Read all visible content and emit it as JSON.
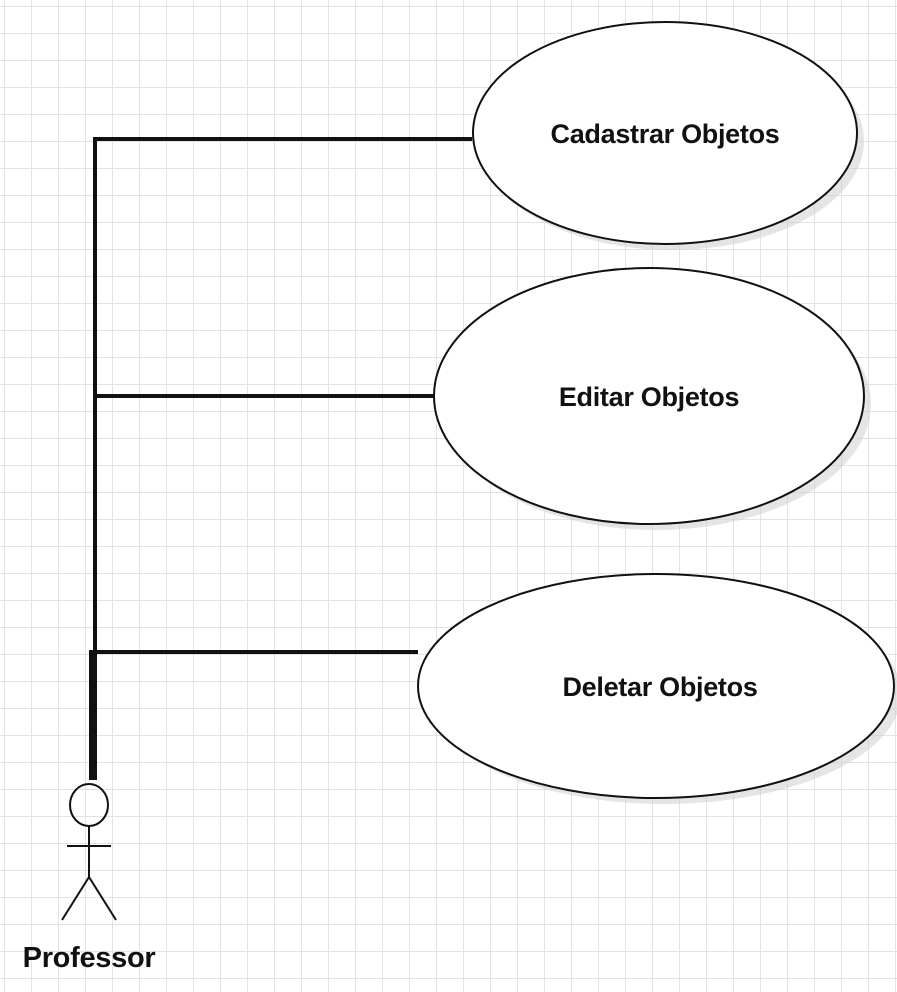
{
  "diagram": {
    "type": "use-case",
    "actor": {
      "name": "Professor"
    },
    "use_cases": [
      {
        "label": "Cadastrar Objetos"
      },
      {
        "label": "Editar Objetos"
      },
      {
        "label": "Deletar Objetos"
      }
    ],
    "associations": [
      {
        "from": "Professor",
        "to": "Cadastrar Objetos"
      },
      {
        "from": "Professor",
        "to": "Editar Objetos"
      },
      {
        "from": "Professor",
        "to": "Deletar Objetos"
      }
    ]
  }
}
